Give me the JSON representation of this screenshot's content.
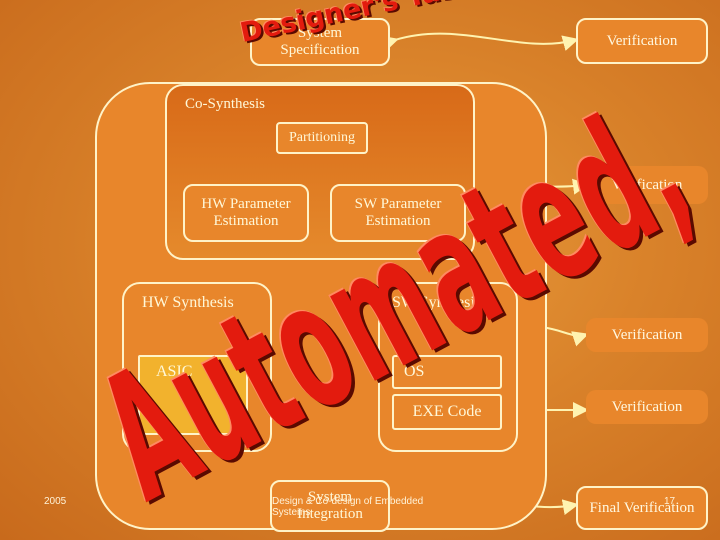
{
  "slide": {
    "system_spec": "System Specification",
    "co_synthesis": "Co-Synthesis",
    "partitioning": "Partitioning",
    "hw_param": "HW Parameter Estimation",
    "sw_param": "SW Parameter Estimation",
    "hw_synthesis": "HW Synthesis",
    "sw_synthesis": "SW Synthesis",
    "asic": "ASIC",
    "os": "OS",
    "exe": "EXE Code",
    "integration": "System Integration",
    "verifications": [
      "Verification",
      "Verification",
      "Verification",
      "Verification"
    ],
    "final_verification": "Final Verification",
    "overlay_designers_task": "Designer's Task",
    "overlay_automated": "Automated,",
    "footer_year": "2005",
    "footer_course": "Design & Co-design of Embedded Systems",
    "page_number": "17"
  }
}
